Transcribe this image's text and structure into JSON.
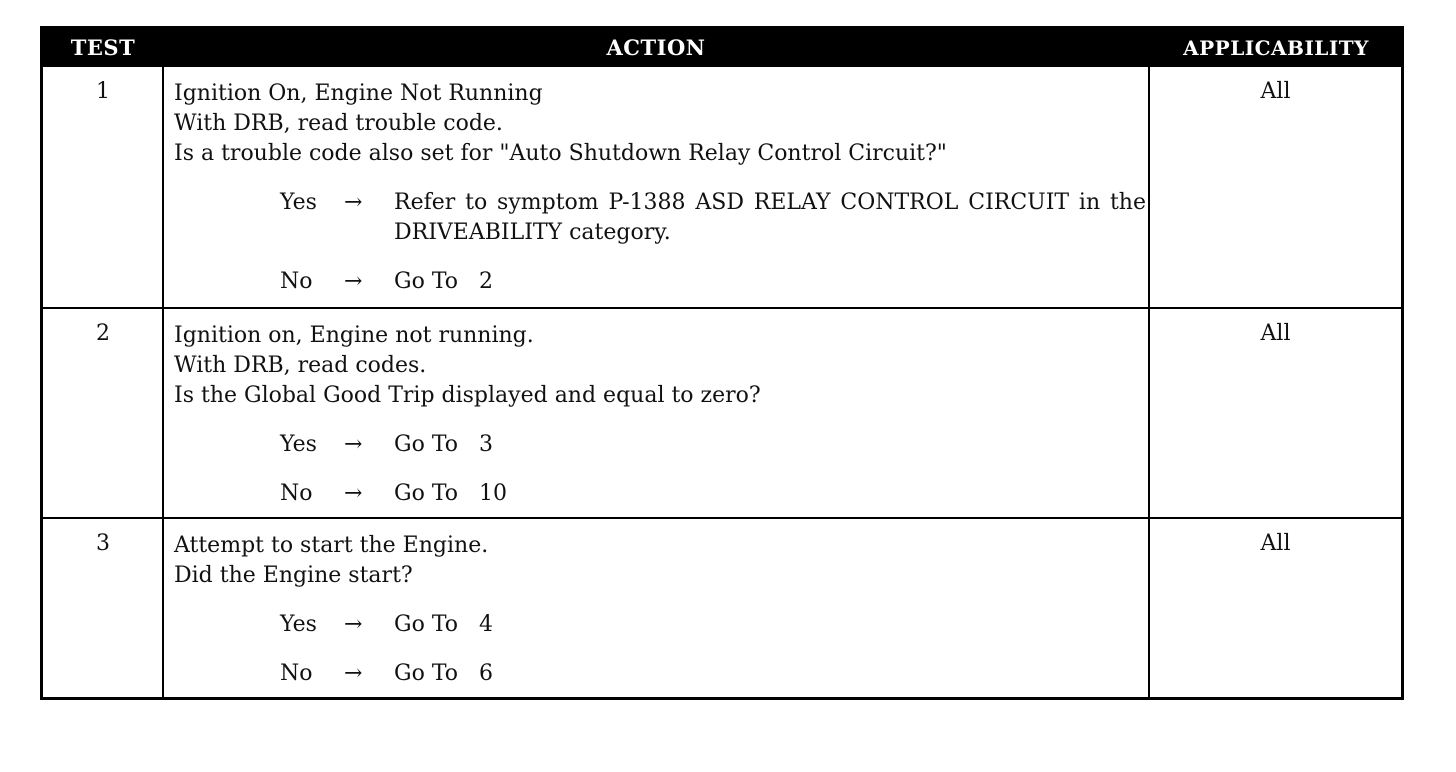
{
  "header": {
    "test": "TEST",
    "action": "ACTION",
    "applicability": "APPLICABILITY"
  },
  "rows": [
    {
      "test": "1",
      "applicability": "All",
      "lines": [
        "Ignition On, Engine Not Running",
        "With DRB, read trouble code.",
        "Is a trouble code also set for \"Auto Shutdown Relay Control Circuit?\""
      ],
      "yes": {
        "label": "Yes",
        "arrow": "→",
        "text": "Refer to symptom P-1388 ASD RELAY CONTROL CIRCUIT in the DRIVEABILITY category."
      },
      "no": {
        "label": "No",
        "arrow": "→",
        "text": "Go To   2"
      }
    },
    {
      "test": "2",
      "applicability": "All",
      "lines": [
        "Ignition on, Engine not running.",
        "With DRB, read codes.",
        "Is the Global Good Trip displayed and equal to zero?"
      ],
      "yes": {
        "label": "Yes",
        "arrow": "→",
        "text": "Go To   3"
      },
      "no": {
        "label": "No",
        "arrow": "→",
        "text": "Go To   10"
      }
    },
    {
      "test": "3",
      "applicability": "All",
      "lines": [
        "Attempt to start the Engine.",
        "Did the Engine start?"
      ],
      "yes": {
        "label": "Yes",
        "arrow": "→",
        "text": "Go To   4"
      },
      "no": {
        "label": "No",
        "arrow": "→",
        "text": "Go To   6"
      }
    }
  ]
}
